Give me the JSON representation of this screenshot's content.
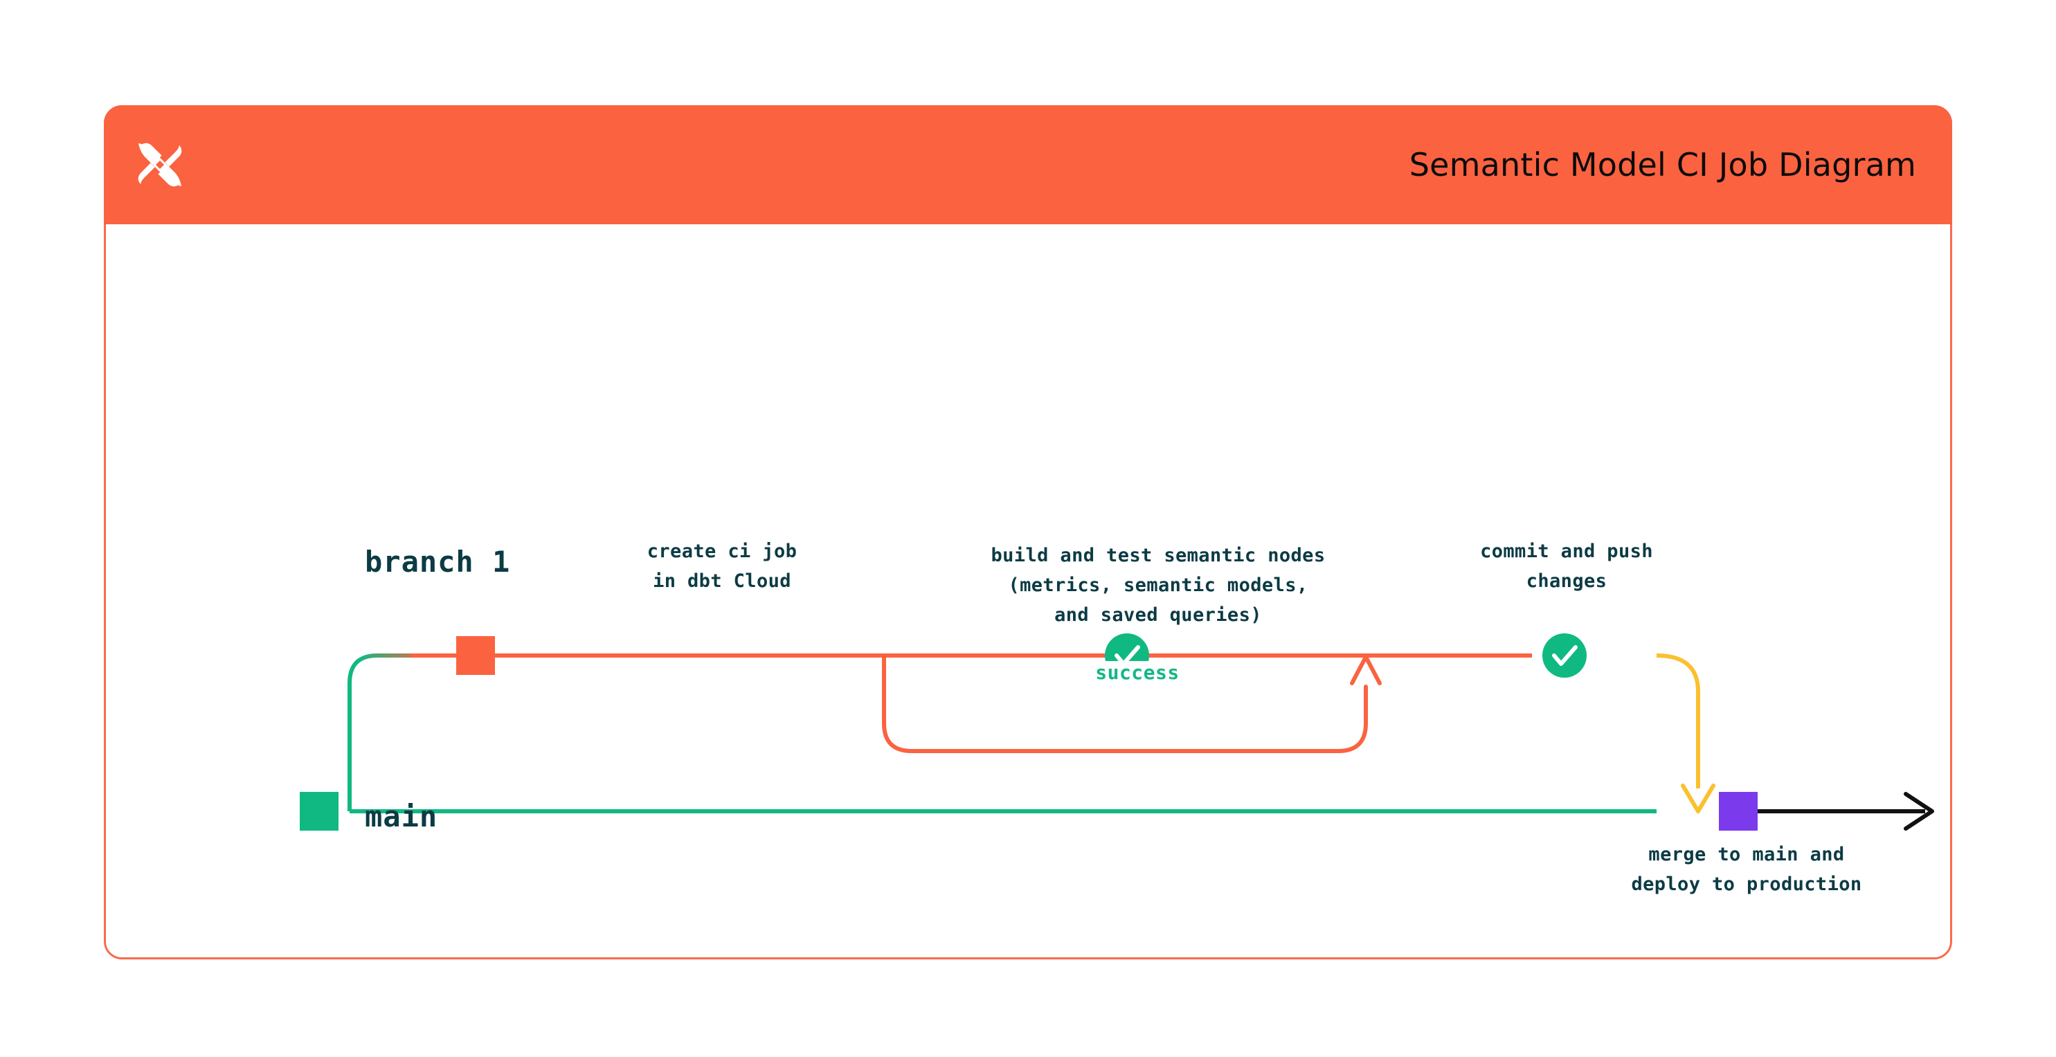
{
  "header": {
    "title": "Semantic Model CI Job Diagram",
    "logo_icon": "dbt-logo-icon",
    "background_color": "#FB6240"
  },
  "card": {
    "border_color": "#FB6A4B",
    "background_color": "#FFFFFF"
  },
  "diagram": {
    "type": "git-branch-flow",
    "lanes": [
      {
        "id": "branch1",
        "label": "branch 1",
        "line_color": "#FB6240"
      },
      {
        "id": "main",
        "label": "main",
        "line_color": "#10B981"
      }
    ],
    "nodes": [
      {
        "id": "create-ci-job",
        "lane": "branch1",
        "marker": "square",
        "marker_color": "#FB6240",
        "caption": "create ci job\nin dbt Cloud"
      },
      {
        "id": "build-and-test",
        "lane": "branch1",
        "marker": "check-circle",
        "marker_color": "#10B981",
        "caption": "build and test semantic nodes\n(metrics, semantic models,\nand saved queries)"
      },
      {
        "id": "commit-and-push",
        "lane": "branch1",
        "marker": "check-circle",
        "marker_color": "#10B981",
        "caption": "commit and push\nchanges"
      },
      {
        "id": "merge-to-main",
        "lane": "main",
        "marker": "square",
        "marker_color": "#7C3AED",
        "caption": "merge to main and\ndeploy to production"
      }
    ],
    "loop": {
      "id": "success-loop",
      "label": "success",
      "label_color": "#12B886",
      "stroke_color": "#FB6240"
    },
    "merge_arrow_color": "#FBC02D",
    "end_arrow_color": "#111111",
    "caption_text_color": "#0C3B44"
  }
}
